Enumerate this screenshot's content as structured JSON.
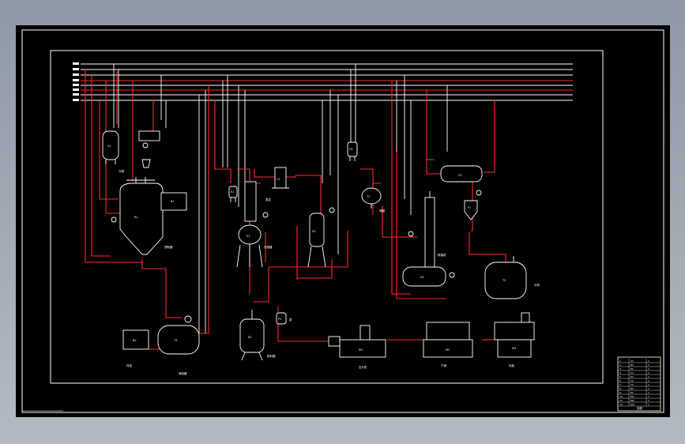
{
  "drawing": {
    "background": "#000000",
    "line_color": "#ffffff",
    "pipe_color": "#ff2a2a",
    "equipment": [
      {
        "id": "receiver-tank-top",
        "text": "V1"
      },
      {
        "id": "extraction-tank",
        "text": "R1"
      },
      {
        "id": "control-box",
        "text": "B1"
      },
      {
        "id": "separator-small",
        "text": "S1"
      },
      {
        "id": "concentrator",
        "text": "E1"
      },
      {
        "id": "condenser",
        "text": "C1"
      },
      {
        "id": "collector",
        "text": "V2"
      },
      {
        "id": "heater-small",
        "text": "H1"
      },
      {
        "id": "buffer-tank",
        "text": "T1"
      },
      {
        "id": "column-reboiler",
        "text": "D1"
      },
      {
        "id": "horizontal-tank-top",
        "text": "V3"
      },
      {
        "id": "filter-small",
        "text": "F1"
      },
      {
        "id": "storage-tank-right",
        "text": "T2"
      },
      {
        "id": "box-bottom-left",
        "text": "B2"
      },
      {
        "id": "horizontal-tank-bottom",
        "text": "T3"
      },
      {
        "id": "mixing-tank",
        "text": "R2"
      },
      {
        "id": "pump-small",
        "text": "P1"
      },
      {
        "id": "molding-machine",
        "text": "M1"
      },
      {
        "id": "oven",
        "text": "M2"
      },
      {
        "id": "packer",
        "text": "M3"
      }
    ],
    "captions": [
      "冷凝",
      "提取罐",
      "浓缩器",
      "蒸发",
      "储罐",
      "精馏塔",
      "冷却",
      "排渣",
      "储液罐",
      "配料罐",
      "泵",
      "压片机",
      "干燥",
      "包装"
    ],
    "title_block": {
      "rows": [
        [
          "1",
          "V1",
          "1"
        ],
        [
          "2",
          "R1",
          "1"
        ],
        [
          "3",
          "E1",
          "1"
        ],
        [
          "4",
          "C1",
          "1"
        ],
        [
          "5",
          "D1",
          "1"
        ],
        [
          "6",
          "T1",
          "1"
        ],
        [
          "7",
          "T2",
          "1"
        ],
        [
          "8",
          "R2",
          "1"
        ],
        [
          "9",
          "P1",
          "1"
        ],
        [
          "10",
          "M1",
          "1"
        ],
        [
          "11",
          "M2",
          "1"
        ],
        [
          "12",
          "M3",
          "1"
        ]
      ],
      "caption": "流程"
    }
  }
}
